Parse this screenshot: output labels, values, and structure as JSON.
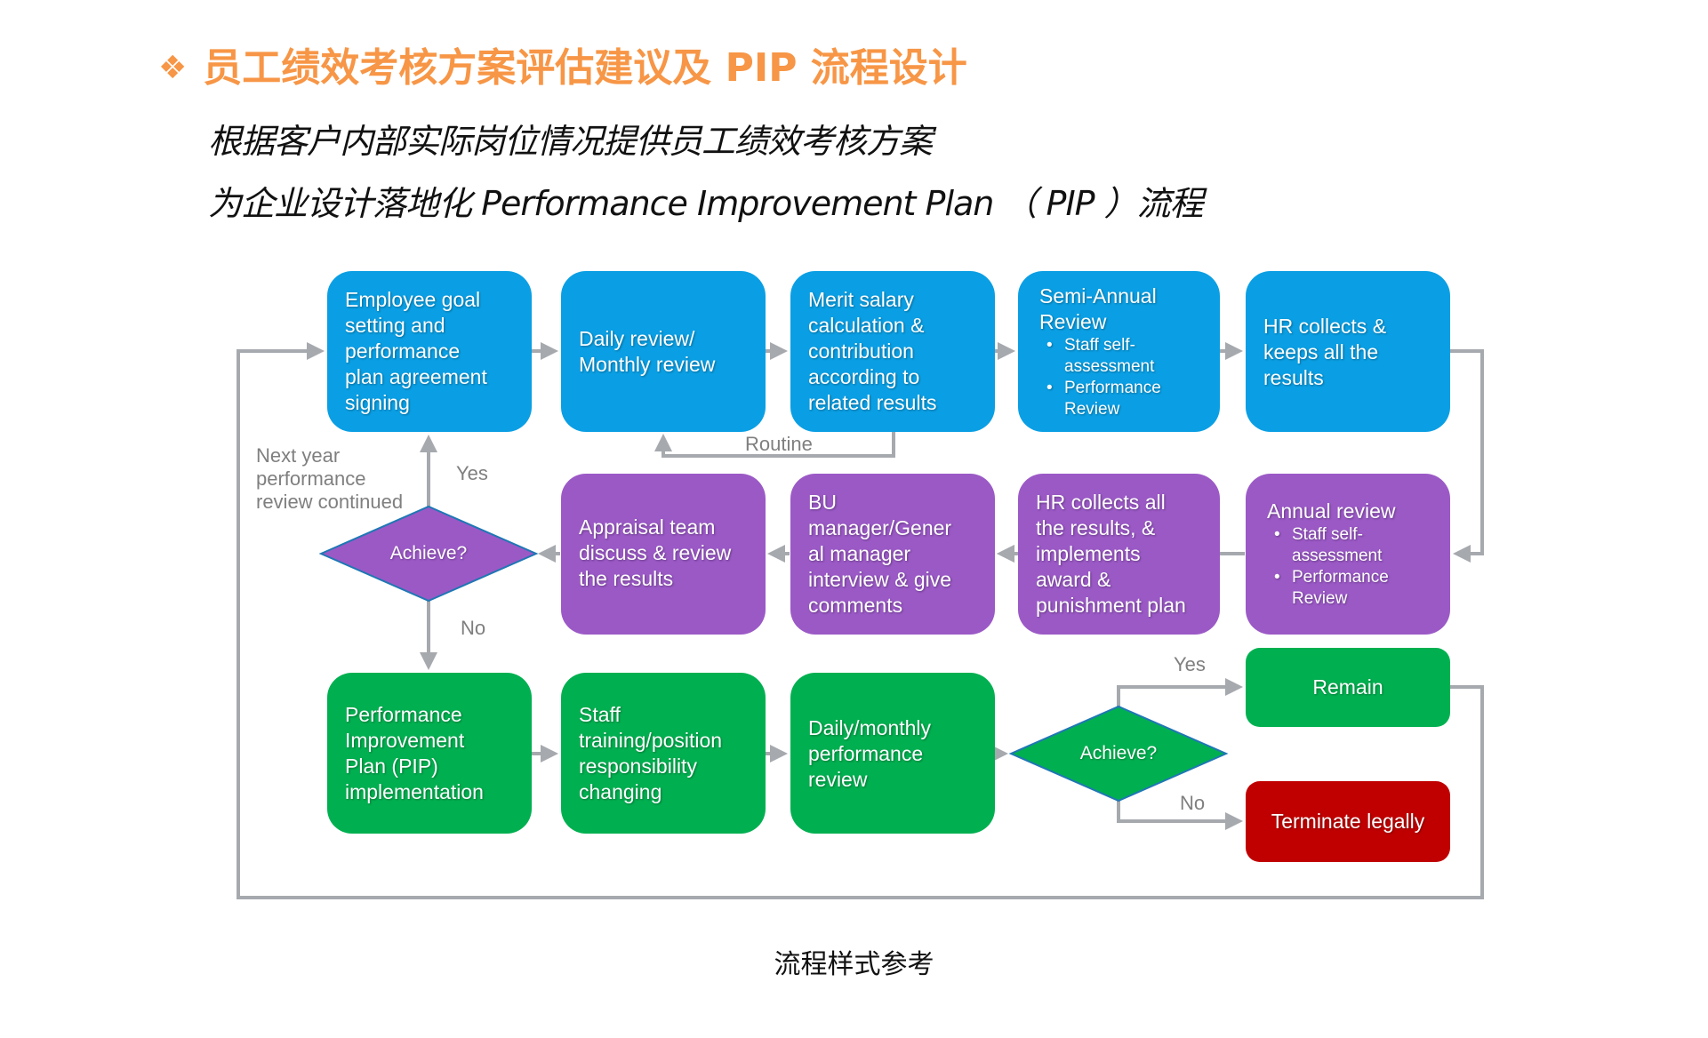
{
  "header": {
    "bullet_icon": "❖",
    "title": "员工绩效考核方案评估建议及 PIP 流程设计",
    "subtitle_1": "根据客户内部实际岗位情况提供员工绩效考核方案",
    "subtitle_2": "为企业设计落地化 Performance Improvement Plan （ PIP ）流程"
  },
  "colors": {
    "title": "#F79646",
    "row1": "#0A9FE4",
    "row2": "#9B59C6",
    "row3": "#00B050",
    "terminate": "#C00000",
    "connector": "#A6A9AE"
  },
  "flow": {
    "row1": [
      {
        "lines": [
          "Employee goal",
          "setting and",
          "performance",
          "plan agreement",
          "signing"
        ]
      },
      {
        "lines": [
          "Daily review/",
          "Monthly review"
        ]
      },
      {
        "lines": [
          "Merit salary",
          "calculation &",
          "contribution",
          "according to",
          "related results"
        ]
      },
      {
        "lines": [
          "Semi-Annual",
          "Review"
        ],
        "bullets": [
          "Staff self-assessment",
          "Performance Review"
        ]
      },
      {
        "lines": [
          "HR collects &",
          "keeps all the",
          "results"
        ]
      }
    ],
    "row2": [
      {
        "lines": [
          "Appraisal team",
          "discuss & review",
          "the results"
        ]
      },
      {
        "lines": [
          "BU",
          "manager/Gener",
          "al manager",
          "interview & give",
          "comments"
        ]
      },
      {
        "lines": [
          "HR collects all",
          "the results, &",
          "implements",
          "award &",
          "punishment plan"
        ]
      },
      {
        "lines": [
          "Annual review"
        ],
        "bullets": [
          "Staff self-assessment",
          "Performance Review"
        ]
      }
    ],
    "row3": [
      {
        "lines": [
          "Performance",
          "Improvement",
          "Plan (PIP)",
          "implementation"
        ]
      },
      {
        "lines": [
          "Staff",
          "training/position",
          "responsibility",
          "changing"
        ]
      },
      {
        "lines": [
          "Daily/monthly",
          "performance",
          "review"
        ]
      }
    ],
    "decision_1": "Achieve?",
    "decision_2": "Achieve?",
    "outcome_remain": "Remain",
    "outcome_terminate": "Terminate legally",
    "label_routine": "Routine",
    "label_yes_1": "Yes",
    "label_no_1": "No",
    "label_yes_2": "Yes",
    "label_no_2": "No",
    "label_next_year": [
      "Next year",
      "performance",
      "review continued"
    ]
  },
  "caption": "流程样式参考"
}
